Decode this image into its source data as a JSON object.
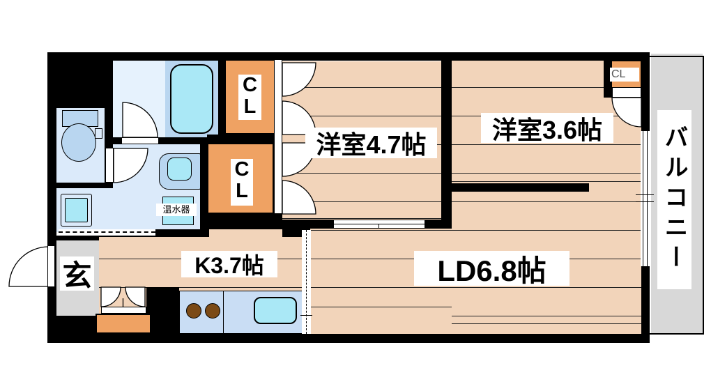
{
  "title": "apartment-floor-plan",
  "labels": {
    "western1": "洋室4.7帖",
    "western2": "洋室3.6帖",
    "living": "LD6.8帖",
    "kitchen": "K3.7帖",
    "entrance": "玄",
    "balcony": "バルコニー",
    "closet1": "CL",
    "closet2": "CL",
    "closet3": "CL",
    "water_heater": "温水器"
  },
  "colors": {
    "floor": "#f2d4ba",
    "wall": "#000000",
    "closet_orange": "#efa263",
    "balcony_gray": "#d8d8d8",
    "bath_pale": "#e6f2fd",
    "unit_blue": "#b9d6f0",
    "room_blue": "#dbeafa",
    "fixture_cyan": "#aae8f6",
    "counter_blue": "#c9ddf4",
    "burner_brown": "#7b4a16"
  }
}
